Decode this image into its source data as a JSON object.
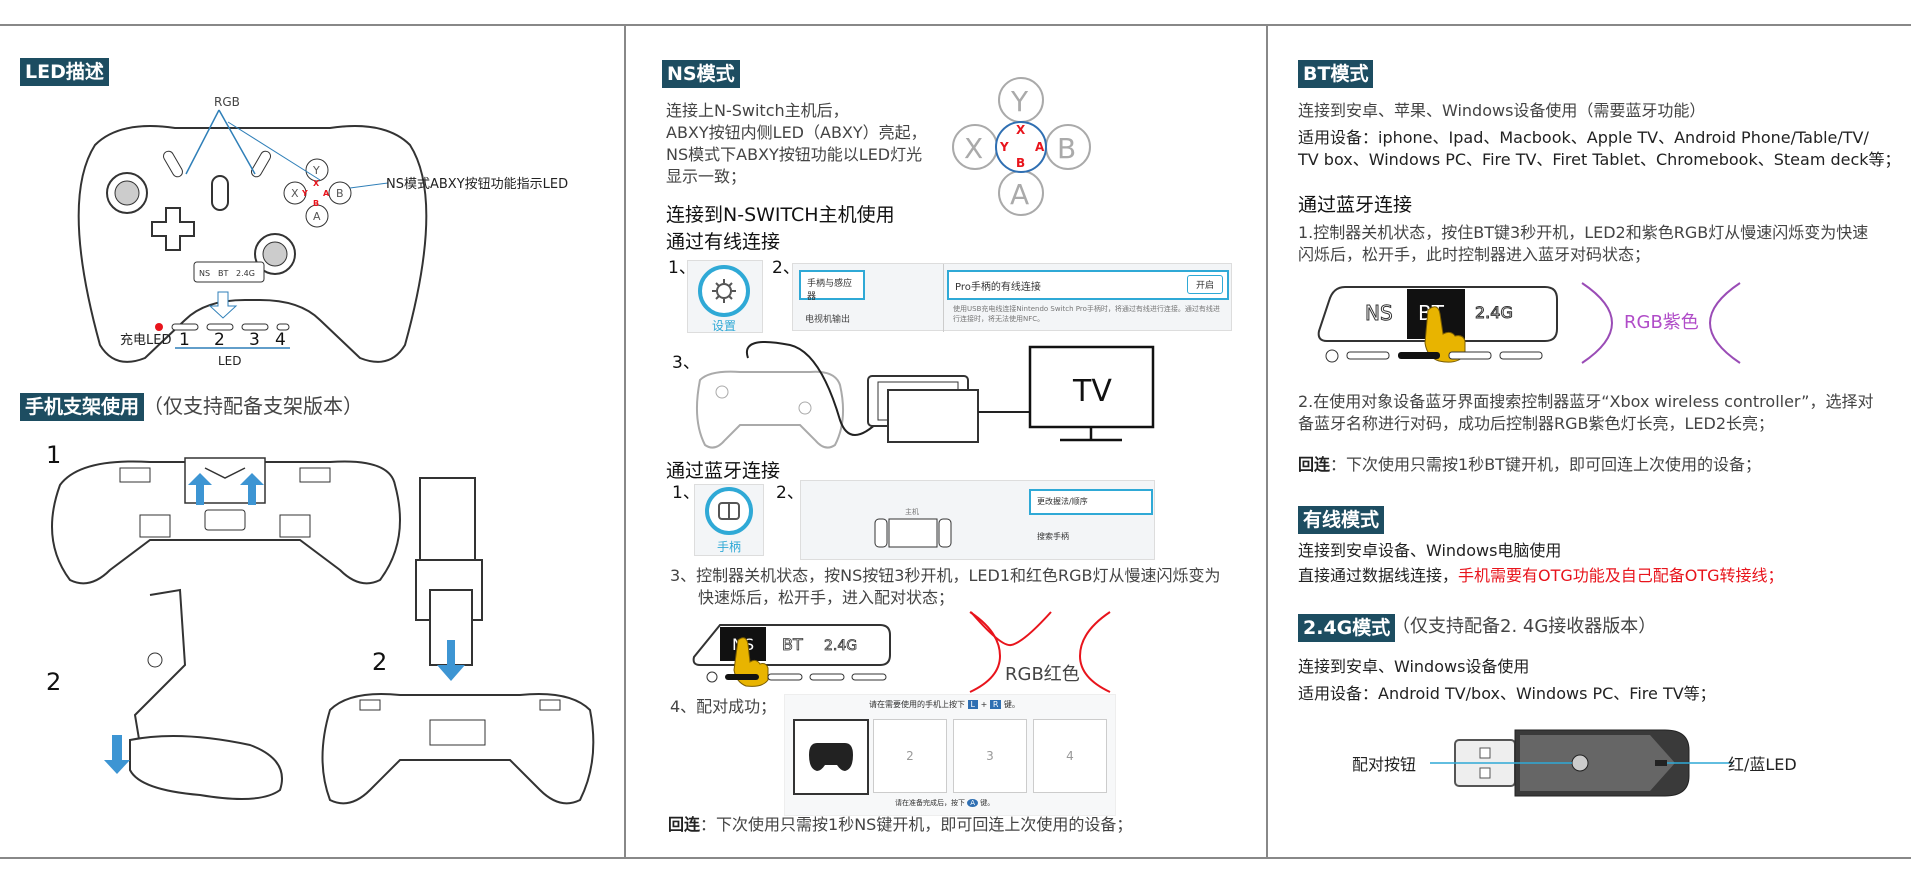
{
  "colors": {
    "header_bg": "#1d4d61",
    "accent_blue": "#2fa9d6",
    "red": "#e8141c",
    "purple": "#b04cc8"
  },
  "led": {
    "title": "LED描述",
    "rgb_label": "RGB",
    "ns_led_label": "NS模式ABXY按钮功能指示LED",
    "charge_led": "充电LED",
    "nums": [
      "1",
      "2",
      "3",
      "4"
    ],
    "led_label": "LED",
    "keys": {
      "ns": "NS",
      "bt": "BT",
      "g24": "2.4G"
    }
  },
  "phone": {
    "title": "手机支架使用",
    "note": "（仅支持配备支架版本）",
    "step1": "1",
    "step2a": "2",
    "step2b": "2"
  },
  "ns": {
    "title": "NS模式",
    "desc": [
      "连接上N-Switch主机后，",
      "ABXY按钮内侧LED（ABXY）亮起，",
      "NS模式下ABXY按钮功能以LED灯光",
      "显示一致；"
    ],
    "abxy": {
      "y": "Y",
      "x": "X",
      "b": "B",
      "a": "A",
      "iy": "Y",
      "ix": "X",
      "ib": "B",
      "ia": "A"
    },
    "sub1": "连接到N-SWITCH主机使用",
    "sub2": "通过有线连接",
    "w1": "1、",
    "w2": "2、",
    "settings_label": "设置",
    "menu1": "手柄与感应器",
    "menu2": "电视机输出",
    "pro_wired": "Pro手柄的有线连接",
    "on_btn": "开启",
    "pro_desc": "使用USB充电线连接Nintendo Switch Pro手柄时，将通过有线进行连接。通过有线进行连接时，将无法使用NFC。",
    "w3": "3、",
    "tv": "TV",
    "sub3": "通过蓝牙连接",
    "b1": "1、",
    "b2": "2、",
    "handle_label": "手柄",
    "host_label": "主机",
    "change_grip": "更改握法/顺序",
    "search_grip": "搜索手柄",
    "step3": "3、控制器关机状态，按NS按钮3秒开机，LED1和红色RGB灯从慢速闪烁变为",
    "step3b": "快速烁后，松开手，进入配对状态；",
    "rgb_red": "RGB红色",
    "step4": "4、配对成功；",
    "pair_top_a": "请在需要使用的手机上按下",
    "key_l": "L",
    "plus": "+",
    "key_r": "R",
    "pair_top_b": "键。",
    "slots": [
      "2",
      "3",
      "4"
    ],
    "pair_bottom_a": "请在准备完成后，按下",
    "key_a": "A",
    "pair_bottom_b": "键。",
    "reconnect_label": "回连",
    "reconnect": "：下次使用只需按1秒NS键开机，即可回连上次使用的设备；"
  },
  "bt": {
    "title": "BT模式",
    "desc": "连接到安卓、苹果、Windows设备使用（需要蓝牙功能）",
    "devices1": "适用设备：iphone、Ipad、Macbook、Apple TV、Android Phone/Table/TV/",
    "devices2": "TV box、Windows PC、Fire TV、Firet Tablet、Chromebook、Steam deck等；",
    "sub": "通过蓝牙连接",
    "s1a": "1.控制器关机状态，按住BT键3秒开机，LED2和紫色RGB灯从慢速闪烁变为快速",
    "s1b": "闪烁后，松开手，此时控制器进入蓝牙对码状态；",
    "rgb_purple": "RGB紫色",
    "s2a": "2.在使用对象设备蓝牙界面搜索控制器蓝牙“Xbox wireless controller”，选择对",
    "s2b": "备蓝牙名称进行对码，成功后控制器RGB紫色灯长亮，LED2长亮；",
    "reconnect_label": "回连",
    "reconnect": "：下次使用只需按1秒BT键开机，即可回连上次使用的设备；"
  },
  "wired": {
    "title": "有线模式",
    "l1": "连接到安卓设备、Windows电脑使用",
    "l2a": "直接通过数据线连接，",
    "l2b": "手机需要有OTG功能及自己配备OTG转接线；"
  },
  "g24": {
    "title": "2.4G模式",
    "note": "（仅支持配备2. 4G接收器版本）",
    "l1": "连接到安卓、Windows设备使用",
    "l2": "适用设备：Android TV/box、Windows PC、Fire TV等；",
    "pair_btn": "配对按钮",
    "led": "红/蓝LED"
  }
}
